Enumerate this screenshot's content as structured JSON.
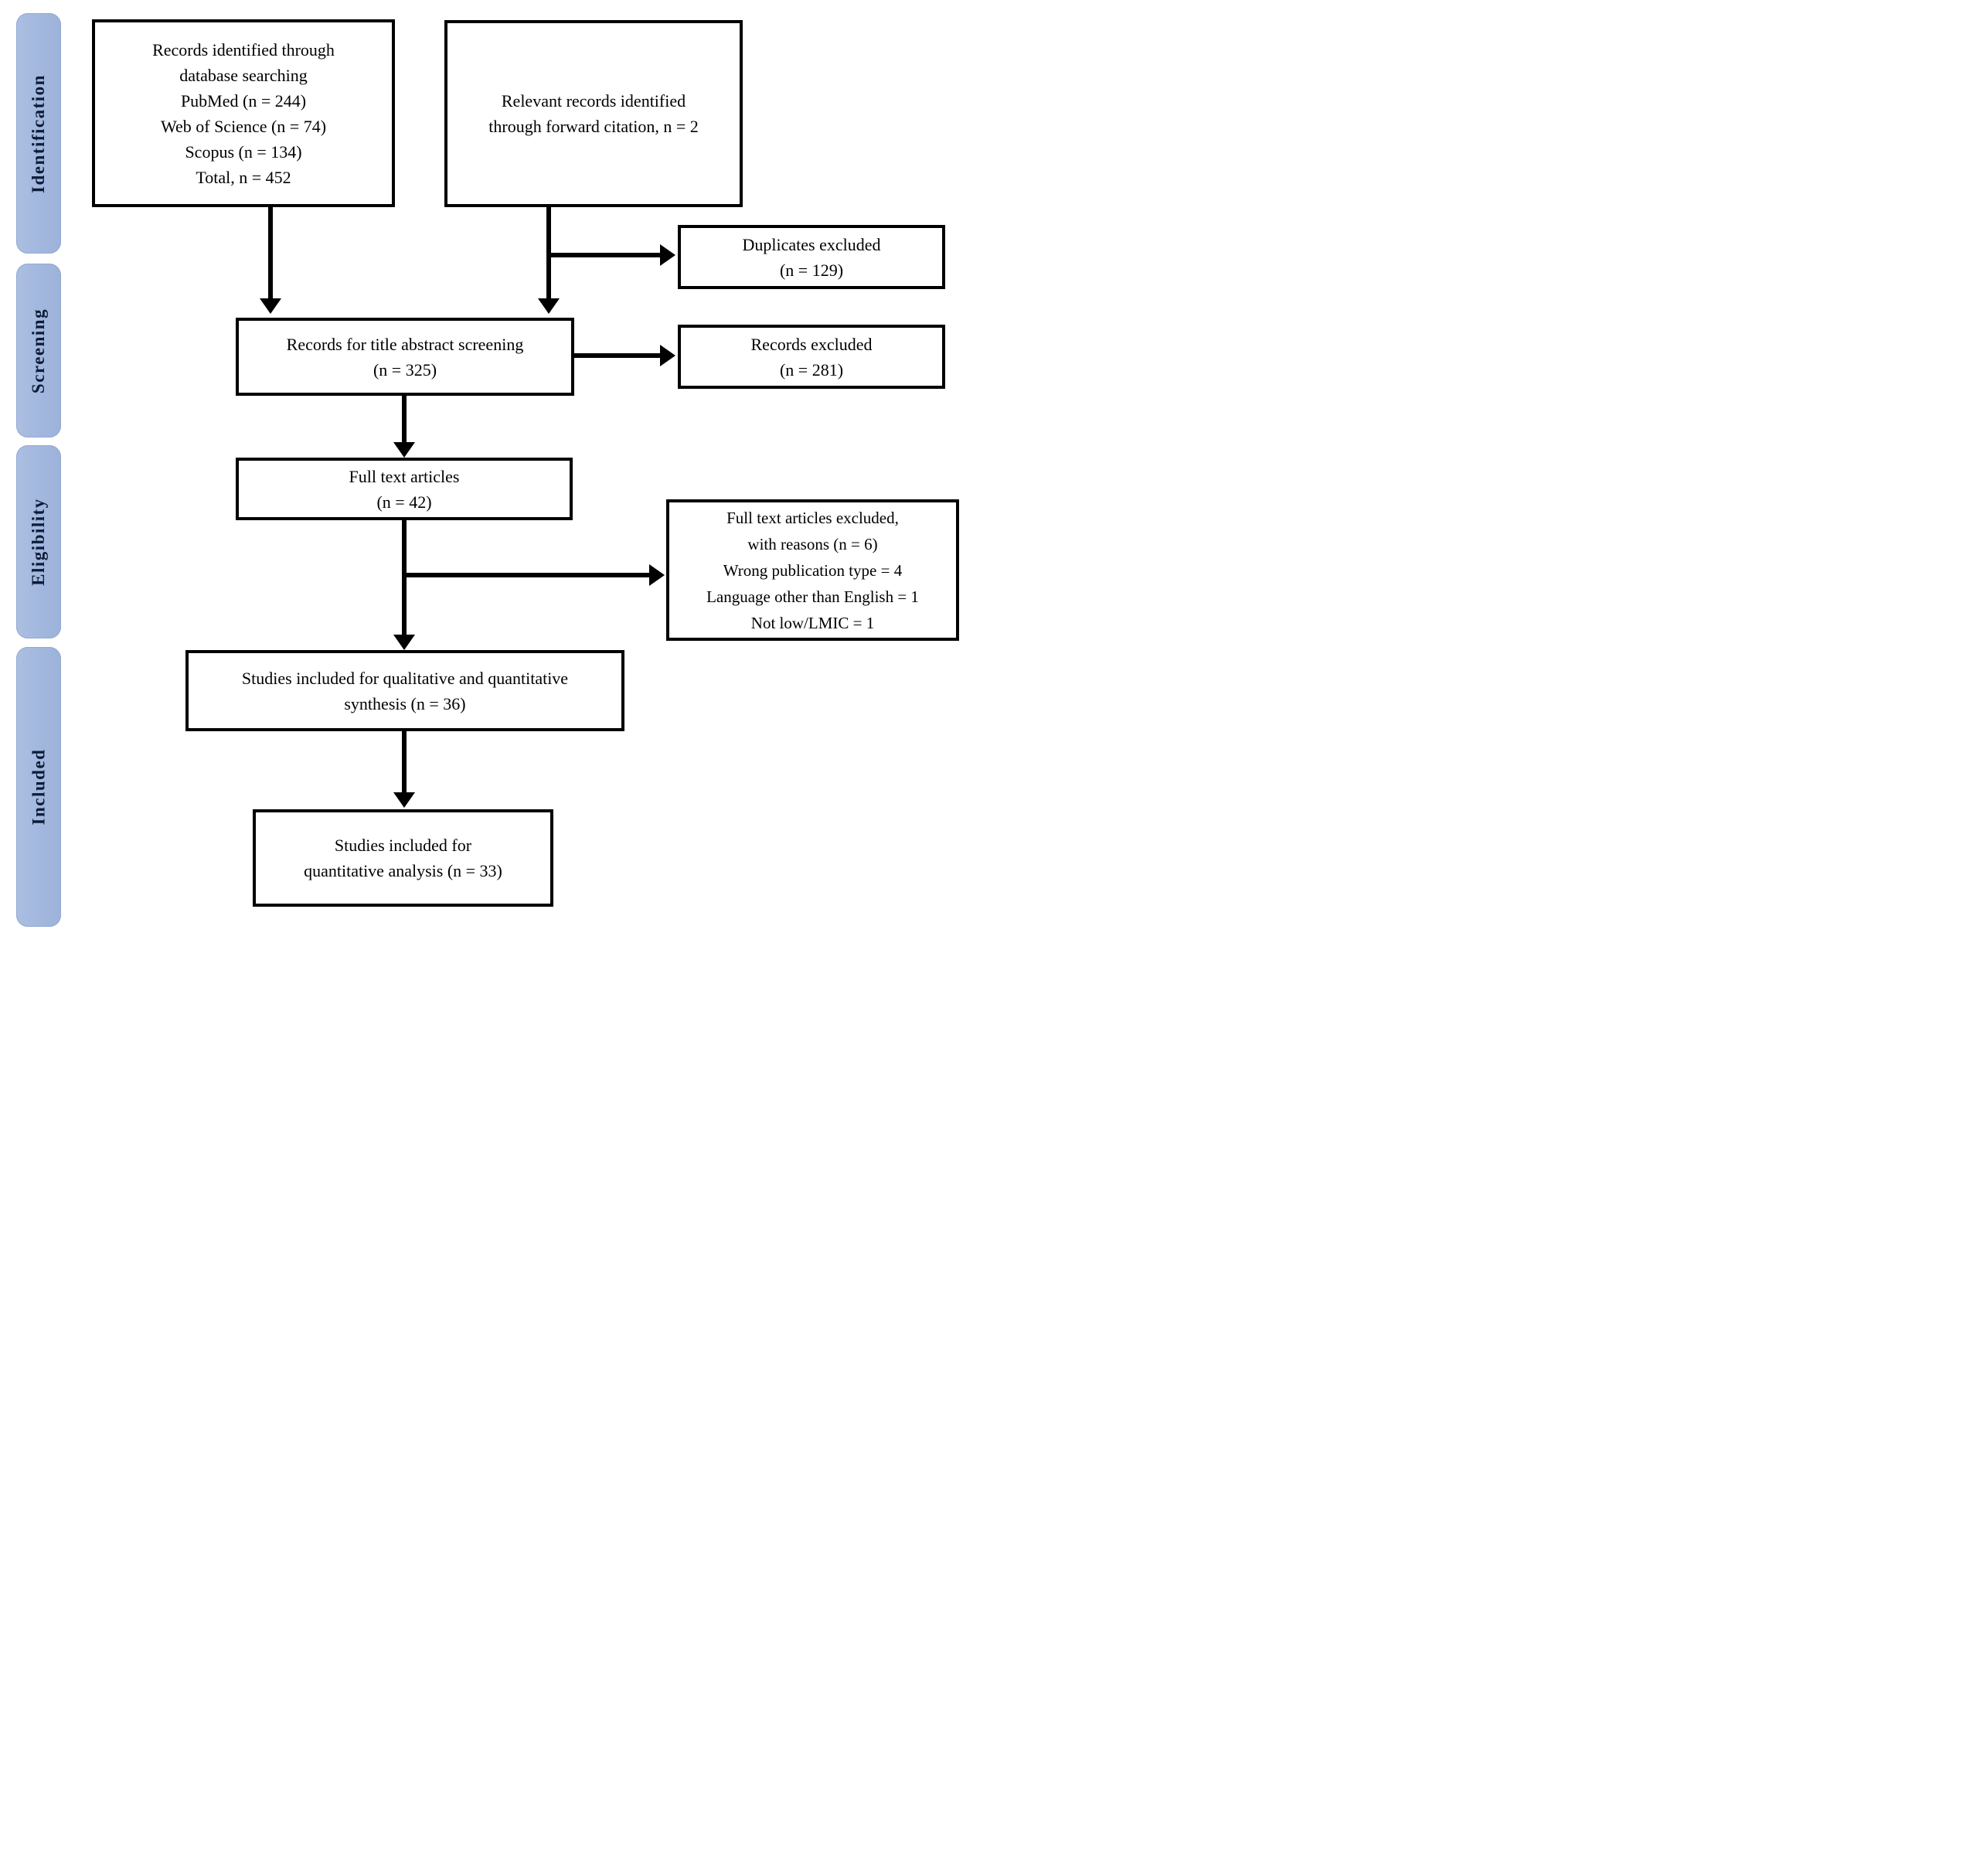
{
  "diagram_type": "prisma-flowchart",
  "stages": [
    {
      "label": "Identification"
    },
    {
      "label": "Screening"
    },
    {
      "label": "Eligibility"
    },
    {
      "label": "Included"
    }
  ],
  "boxes": {
    "identified": {
      "lines": [
        "Records identified  through",
        "database searching",
        "PubMed (n = 244)",
        "Web of Science  (n = 74)",
        "Scopus  (n = 134)",
        "Total,  n = 452"
      ]
    },
    "forward_citation": {
      "lines": [
        "Relevant  records identified",
        "through  forward citation,   n = 2"
      ]
    },
    "duplicates_excluded": {
      "lines": [
        "Duplicates  excluded",
        "(n = 129)"
      ]
    },
    "title_abstract": {
      "lines": [
        "Records for title  abstract screening",
        "(n = 325)"
      ]
    },
    "records_excluded": {
      "lines": [
        "Records  excluded",
        "(n = 281)"
      ]
    },
    "full_text": {
      "lines": [
        "Full  text articles",
        "(n = 42)"
      ]
    },
    "full_text_excluded": {
      "lines": [
        "Full  text articles  excluded,",
        "with reasons (n = 6)",
        "Wrong  publication  type = 4",
        "Language  other  than  English  = 1",
        "Not low/LMIC  = 1"
      ]
    },
    "qual_quant_synthesis": {
      "lines": [
        "Studies  included  for qualitative  and quantitative",
        "synthesis  (n = 36)"
      ]
    },
    "quant_analysis": {
      "lines": [
        "Studies  included  for",
        "quantitative  analysis  (n = 33)"
      ]
    }
  },
  "colors": {
    "stage_fill": "#a2b7dd",
    "stage_text": "#0c1b38",
    "box_border": "#000000",
    "box_fill": "#ffffff",
    "arrow": "#000000",
    "background": "#ffffff"
  }
}
